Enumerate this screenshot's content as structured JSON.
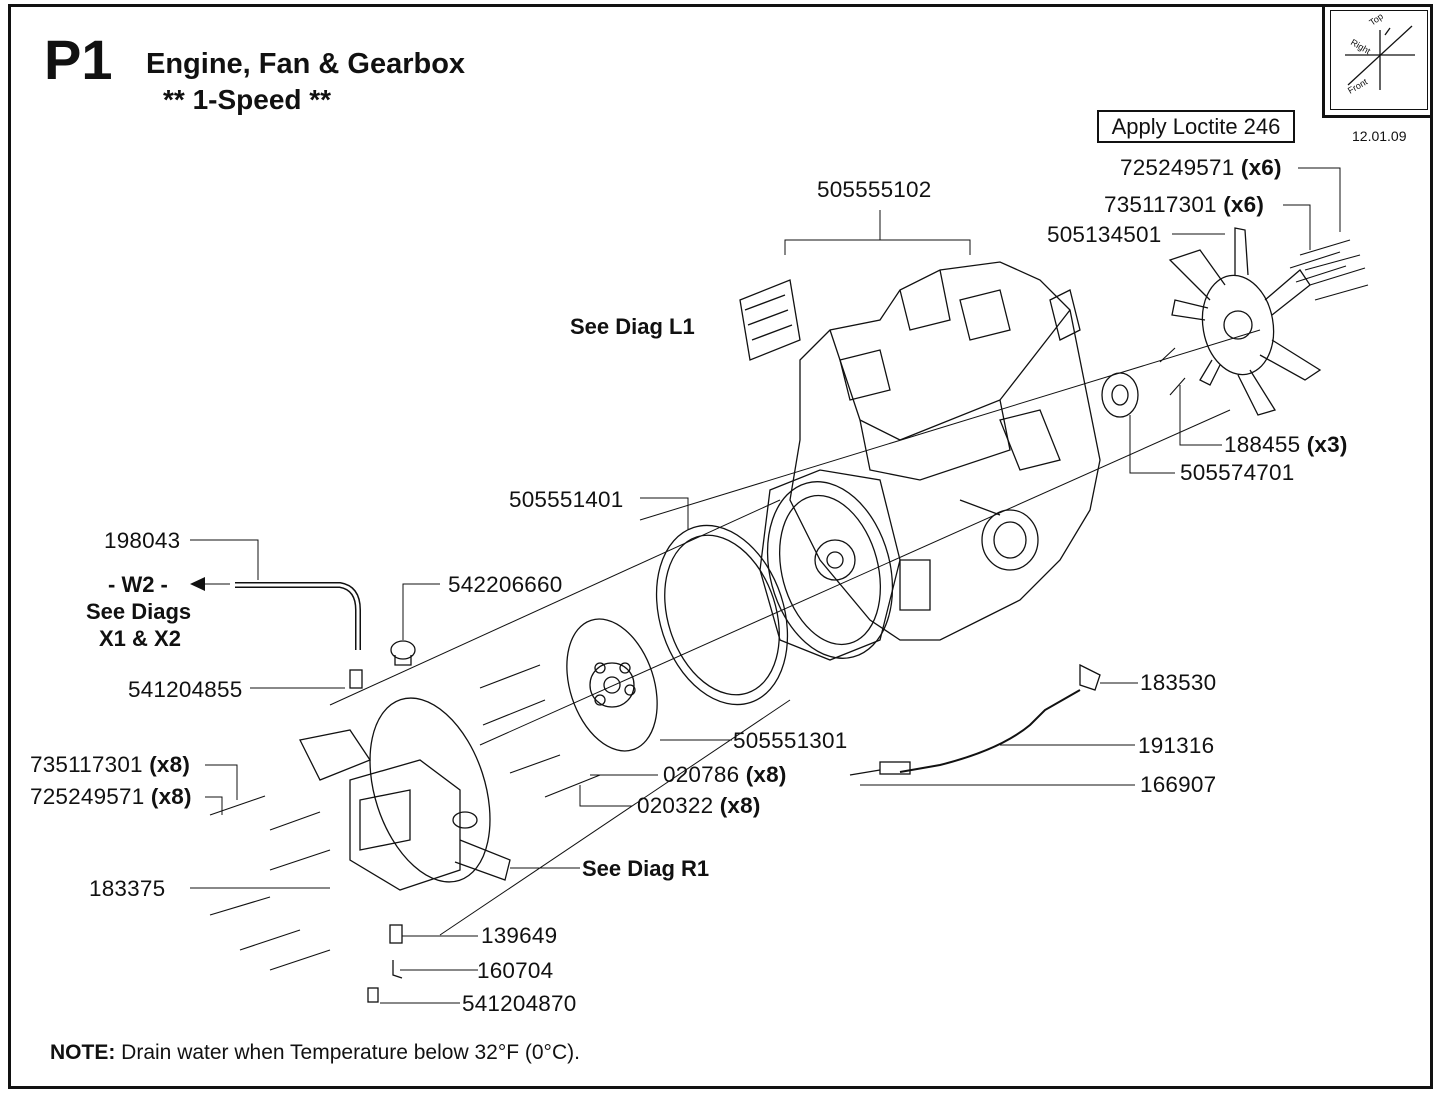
{
  "header": {
    "code": "P1",
    "title": "Engine, Fan & Gearbox",
    "subtitle": "** 1-Speed **",
    "date": "12.01.09"
  },
  "orientation": {
    "top": "Top",
    "right": "Right",
    "front": "Front"
  },
  "callout_box": "Apply Loctite 246",
  "references": {
    "diag_l1": "See Diag L1",
    "diag_r1": "See Diag R1",
    "w2": "- W2 -",
    "see_diags": "See Diags",
    "x1x2": "X1 & X2"
  },
  "parts": [
    {
      "id": "p1",
      "number": "725249571",
      "qty": "(x6)"
    },
    {
      "id": "p2",
      "number": "735117301",
      "qty": "(x6)"
    },
    {
      "id": "p3",
      "number": "505134501",
      "qty": ""
    },
    {
      "id": "p4",
      "number": "505555102",
      "qty": ""
    },
    {
      "id": "p5",
      "number": "188455",
      "qty": "(x3)"
    },
    {
      "id": "p6",
      "number": "505574701",
      "qty": ""
    },
    {
      "id": "p7",
      "number": "505551401",
      "qty": ""
    },
    {
      "id": "p8",
      "number": "198043",
      "qty": ""
    },
    {
      "id": "p9",
      "number": "542206660",
      "qty": ""
    },
    {
      "id": "p10",
      "number": "541204855",
      "qty": ""
    },
    {
      "id": "p11",
      "number": "183530",
      "qty": ""
    },
    {
      "id": "p12",
      "number": "505551301",
      "qty": ""
    },
    {
      "id": "p13",
      "number": "191316",
      "qty": ""
    },
    {
      "id": "p14",
      "number": "735117301",
      "qty": "(x8)"
    },
    {
      "id": "p15",
      "number": "020786",
      "qty": "(x8)"
    },
    {
      "id": "p16",
      "number": "166907",
      "qty": ""
    },
    {
      "id": "p17",
      "number": "725249571",
      "qty": "(x8)"
    },
    {
      "id": "p18",
      "number": "020322",
      "qty": "(x8)"
    },
    {
      "id": "p19",
      "number": "183375",
      "qty": ""
    },
    {
      "id": "p20",
      "number": "139649",
      "qty": ""
    },
    {
      "id": "p21",
      "number": "160704",
      "qty": ""
    },
    {
      "id": "p22",
      "number": "541204870",
      "qty": ""
    }
  ],
  "note": {
    "label": "NOTE:",
    "text": "Drain water when Temperature below 32°F (0°C)."
  }
}
